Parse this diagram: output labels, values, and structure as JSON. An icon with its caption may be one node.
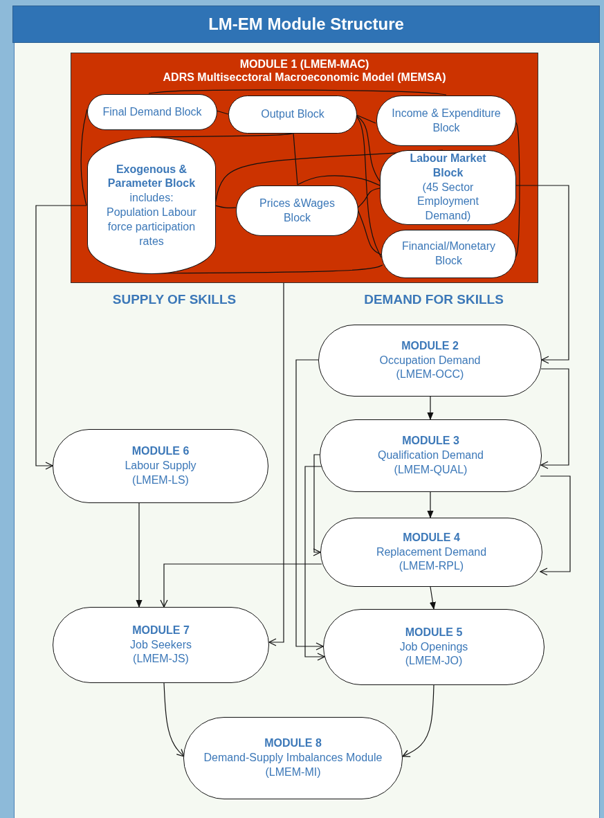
{
  "diagram": {
    "title": "LM-EM Module Structure",
    "nodes": [
      {
        "text": [
          "MODULE 1 (LMEM-MAC)",
          "ADRS Multisecctoral Macroeconomic Model (MEMSA)"
        ]
      },
      {
        "text": [
          "Final Demand Block"
        ],
        "in": 0
      },
      {
        "text": [
          "Output Block"
        ],
        "in": 0
      },
      {
        "text": [
          "Income & Expenditure Block"
        ],
        "in": 0
      },
      {
        "text": [
          "Exogenous & Parameter Block",
          "includes: Population Labour force participation rates"
        ],
        "in": 0
      },
      {
        "text": [
          "Prices &Wages Block"
        ],
        "in": 0
      },
      {
        "text": [
          "Labour Market Block",
          "(45 Sector Employment Demand)"
        ],
        "in": 0
      },
      {
        "text": [
          "Financial/Monetary Block"
        ],
        "in": 0
      },
      {
        "text": [
          "MODULE 2",
          "Occupation Demand",
          "(LMEM-OCC)"
        ]
      },
      {
        "text": [
          "MODULE 3",
          "Qualification Demand",
          "(LMEM-QUAL)"
        ]
      },
      {
        "text": [
          "MODULE 6",
          "Labour Supply",
          "(LMEM-LS)"
        ]
      },
      {
        "text": [
          "MODULE 4",
          "Replacement Demand",
          "(LMEM-RPL)"
        ]
      },
      {
        "text": [
          "MODULE 7",
          "Job Seekers",
          "(LMEM-JS)"
        ]
      },
      {
        "text": [
          "MODULE 5",
          "Job Openings",
          "(LMEM-JO)"
        ]
      },
      {
        "text": [
          "MODULE 8",
          "Demand-Supply Imbalances Module",
          "(LMEM-MI)"
        ]
      }
    ],
    "edges": [
      {
        "from": 1,
        "to": 2,
        "arrow": "none"
      },
      {
        "from": 1,
        "to": 3,
        "arrow": "none"
      },
      {
        "from": 1,
        "to": 4,
        "arrow": "none"
      },
      {
        "from": 4,
        "to": 2,
        "arrow": "none"
      },
      {
        "from": 2,
        "to": 5,
        "arrow": "none"
      },
      {
        "from": 4,
        "to": 5,
        "arrow": "none"
      },
      {
        "from": 4,
        "to": 6,
        "arrow": "none"
      },
      {
        "from": 5,
        "to": 6,
        "arrow": "none"
      },
      {
        "from": 5,
        "to": 6,
        "arrow": "none"
      },
      {
        "from": 5,
        "to": 7,
        "arrow": "none"
      },
      {
        "from": 2,
        "to": 3,
        "arrow": "none"
      },
      {
        "from": 2,
        "to": 6,
        "arrow": "none"
      },
      {
        "from": 2,
        "to": 7,
        "arrow": "none"
      },
      {
        "from": 4,
        "to": 7,
        "arrow": "none"
      },
      {
        "from": 3,
        "to": 7,
        "arrow": "none"
      },
      {
        "from": 4,
        "to": 10,
        "arrow": "to"
      },
      {
        "from": 6,
        "to": 8,
        "arrow": "to"
      },
      {
        "from": 0,
        "to": 12,
        "arrow": "to"
      },
      {
        "from": 8,
        "to": 9,
        "arrow": "to"
      },
      {
        "from": 8,
        "to": 9,
        "arrow": "to"
      },
      {
        "from": 8,
        "to": 13,
        "arrow": "to"
      },
      {
        "from": 9,
        "to": 11,
        "arrow": "to"
      },
      {
        "from": 9,
        "to": 13,
        "arrow": "to"
      },
      {
        "from": 9,
        "to": 11,
        "arrow": "to"
      },
      {
        "from": 9,
        "to": 11,
        "arrow": "to"
      },
      {
        "from": 11,
        "to": 12,
        "arrow": "to"
      },
      {
        "from": 11,
        "to": 13,
        "arrow": "to"
      },
      {
        "from": 10,
        "to": 12,
        "arrow": "to"
      },
      {
        "from": 12,
        "to": 14,
        "arrow": "to"
      },
      {
        "from": 13,
        "to": 14,
        "arrow": "to"
      }
    ],
    "labels": [
      "SUPPLY OF SKILLS",
      "DEMAND FOR SKILLS"
    ]
  }
}
